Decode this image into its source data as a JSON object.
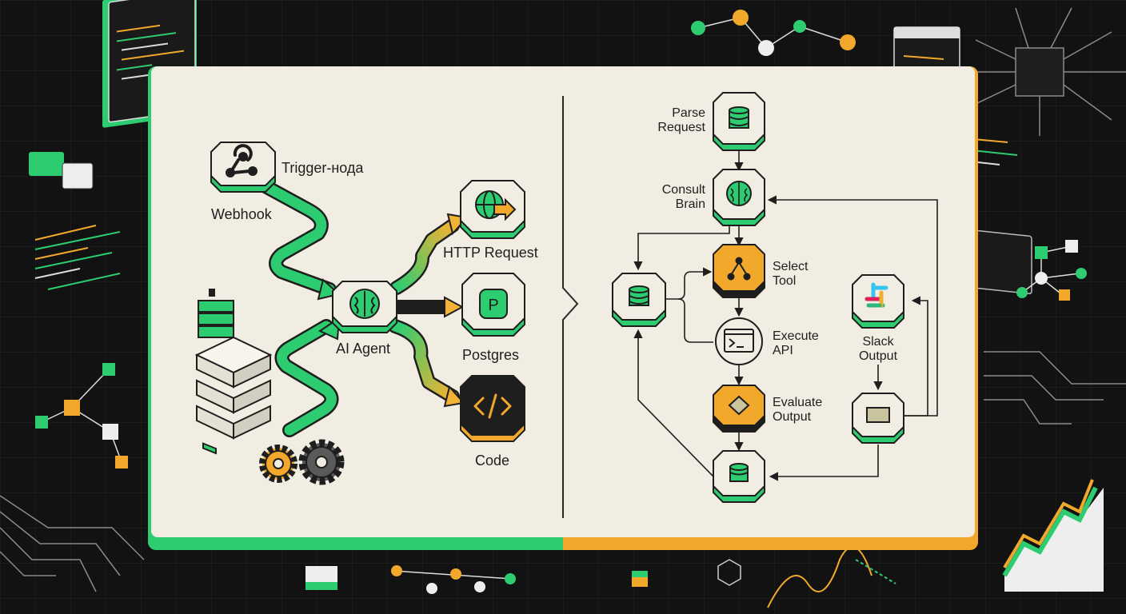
{
  "colors": {
    "background": "#121212",
    "panel": "#f1ede2",
    "green": "#2ecc71",
    "orange": "#f2a82a",
    "ink": "#1e1e1e"
  },
  "left_flow": {
    "trigger": {
      "title": "Trigger-нода",
      "caption": "Webhook",
      "icon": "webhook-icon"
    },
    "agent": {
      "caption": "AI Agent",
      "icon": "brain-icon"
    },
    "outputs": [
      {
        "caption": "HTTP Request",
        "icon": "globe-arrow-icon"
      },
      {
        "caption": "Postgres",
        "icon": "postgres-p-icon"
      },
      {
        "caption": "Code",
        "icon": "code-brackets-icon"
      }
    ]
  },
  "right_flow": {
    "steps": [
      {
        "label_line1": "Parse",
        "label_line2": "Request",
        "icon": "database-icon"
      },
      {
        "label_line1": "Consult",
        "label_line2": "Brain",
        "icon": "brain-icon"
      },
      {
        "label_line1": "Select",
        "label_line2": "Tool",
        "icon": "branch-icon"
      },
      {
        "label_line1": "Execute",
        "label_line2": "API",
        "icon": "terminal-icon"
      },
      {
        "label_line1": "Evaluate",
        "label_line2": "Output",
        "icon": "diamond-icon"
      }
    ],
    "slack": {
      "label_line1": "Slack",
      "label_line2": "Output",
      "icon": "slack-icon"
    }
  }
}
